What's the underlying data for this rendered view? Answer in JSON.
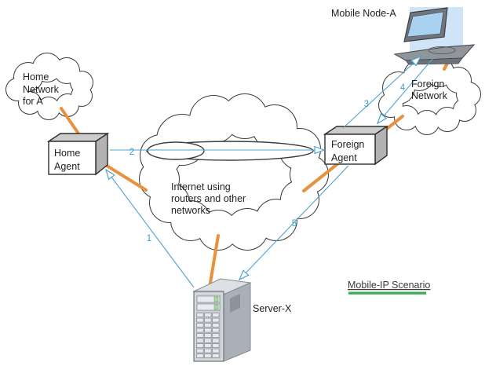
{
  "diagram": {
    "title": "Mobile-IP Scenario",
    "nodes": {
      "mobile_node": {
        "label": "Mobile Node-A"
      },
      "home_network": {
        "lines": [
          "Home",
          "Network",
          "for A"
        ]
      },
      "home_agent": {
        "lines": [
          "Home",
          "Agent"
        ]
      },
      "internet": {
        "lines": [
          "Internet using",
          "routers and other",
          "networks"
        ]
      },
      "foreign_agent": {
        "lines": [
          "Foreign",
          "Agent"
        ]
      },
      "foreign_network": {
        "lines": [
          "Foreign",
          "Network"
        ]
      },
      "server": {
        "label": "Server-X"
      }
    },
    "flows": [
      {
        "label": "1",
        "from": "server",
        "to": "home_agent"
      },
      {
        "label": "2",
        "from": "home_agent",
        "to": "foreign_agent"
      },
      {
        "label": "3",
        "from": "foreign_agent",
        "to": "mobile_node"
      },
      {
        "label": "4",
        "from": "mobile_node",
        "to": "foreign_agent"
      },
      {
        "label": "5",
        "from": "foreign_agent",
        "to": "server"
      }
    ],
    "colors": {
      "flow_arrow": "#4FA3CE",
      "physical_link": "#E8913E",
      "title_underline": "#3EB054",
      "laptop_highlight": "#CFE4F6"
    }
  }
}
